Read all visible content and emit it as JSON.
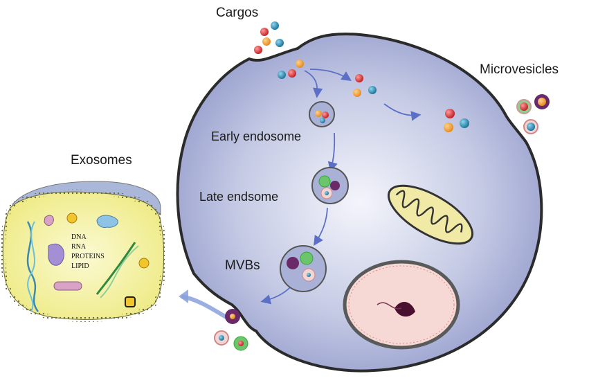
{
  "labels": {
    "cargos": "Cargos",
    "microvesicles": "Microvesicles",
    "early_endosome": "Early endosome",
    "late_endosome": "Late endsome",
    "mvbs": "MVBs",
    "exosomes": "Exosomes"
  },
  "exosome_contents": [
    "DNA",
    "RNA",
    "PROTEINS",
    "LIPID"
  ],
  "colors": {
    "cell_fill": "#c9cde6",
    "cell_outline": "#2b2b2b",
    "arrow": "#5b6fc6",
    "cargo_red": "#d8262a",
    "cargo_orange": "#f19a2b",
    "cargo_teal": "#1e8fb6",
    "exosome_fill": "#f3f19a",
    "nucleus": "#f6d9d4",
    "mitochondrion": "#f1e9a6"
  }
}
